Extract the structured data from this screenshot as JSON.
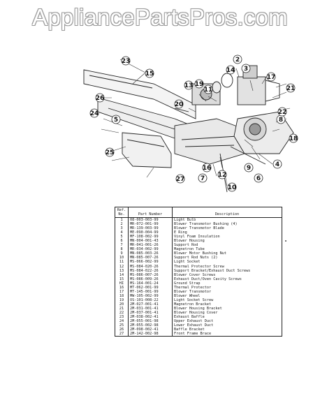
{
  "watermark": "AppliancePartsPros.com",
  "callouts": [
    "2",
    "3",
    "4",
    "5",
    "6",
    "7",
    "8",
    "9",
    "10",
    "11",
    "12",
    "13",
    "14",
    "15",
    "16",
    "17",
    "18",
    "19",
    "20",
    "21",
    "22",
    "23",
    "24",
    "25",
    "26",
    "27"
  ],
  "table": {
    "headers": {
      "ref_top": "Ref.",
      "ref_bottom": "No.",
      "part": "Part Number",
      "desc": "Description"
    },
    "rows": [
      [
        "1",
        "08-003-003-99",
        "Light Bulb"
      ],
      [
        "2",
        "MR-072-001-99",
        "Blower Transmotor Bushing (4)"
      ],
      [
        "3",
        "MR-139-003-99",
        "Blower Transmotor Blade"
      ],
      [
        "4",
        "ME-090-004-99",
        "E Ring"
      ],
      [
        "5",
        "MF-108-002-99",
        "Vinyl Foam Insulation"
      ],
      [
        "6",
        "MN-004-001-43",
        "Blower Housing"
      ],
      [
        "7",
        "MR-041-001-26",
        "Support Rod"
      ],
      [
        "8",
        "MR-034-002-99",
        "Magnetron Tube"
      ],
      [
        "9",
        "MN-085-003-26",
        "Blower Motor Bushing Nut"
      ],
      [
        "10",
        "MN-085-007-26",
        "Support Rod Nuts (2)"
      ],
      [
        "11",
        "MS-066-002-99",
        "Light Socket"
      ],
      [
        "12",
        "MS-084-020-26",
        "Thermal Protector Screw"
      ],
      [
        "13",
        "MS-084-022-26",
        "Support Bracket/Exhaust Duct Screws"
      ],
      [
        "14",
        "MS-086-007-26",
        "Blower Cover Screws"
      ],
      [
        "15",
        "MS-086-009-26",
        "Exhaust Duct/Oven Cavity Screws"
      ],
      [
        "HI",
        "MS-164-001-24",
        "Ground Strap"
      ],
      [
        "16",
        "MT-062-001-99",
        "Thermal Protector"
      ],
      [
        "17",
        "MT-145-001-99",
        "Blower Transmotor"
      ],
      [
        "18",
        "MW-105-002-99",
        "Blower Wheel"
      ],
      [
        "19",
        "OS-101-008-22",
        "Light Socket Screw"
      ],
      [
        "20",
        "2M-027-001-41",
        "Magnetron Bracket"
      ],
      [
        "21",
        "2M-031-001-41",
        "Blower Housing Bracket"
      ],
      [
        "22",
        "2M-037-001-41",
        "Blower Housing Cover"
      ],
      [
        "23",
        "2M-038-002-41",
        "Exhaust Baffle"
      ],
      [
        "24",
        "2M-055-001-98",
        "Upper Exhaust Duct"
      ],
      [
        "25",
        "2M-055-002-98",
        "Lower Exhaust Duct"
      ],
      [
        "26",
        "2M-098-002-41",
        "Baffle Bracket"
      ],
      [
        "27",
        "2M-142-002-98",
        "Front Frame Brace"
      ]
    ]
  }
}
